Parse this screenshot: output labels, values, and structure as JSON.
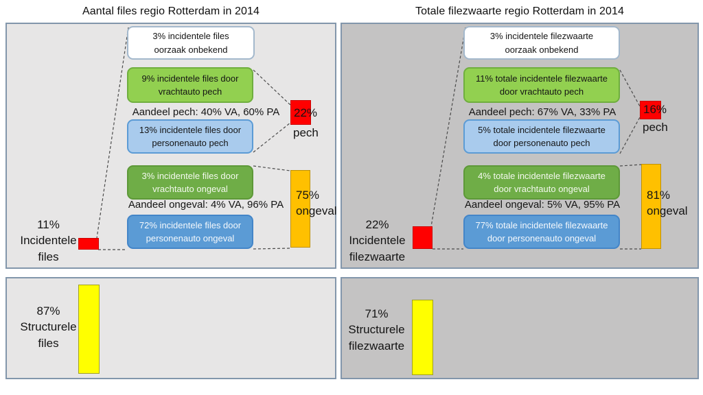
{
  "panels": [
    {
      "title": "Aantal files regio Rotterdam in 2014",
      "unknown_box": "3% incidentele files\noorzaak onbekend",
      "pech_truck_box": "9% incidentele files door\nvrachtauto pech",
      "pech_share": "Aandeel pech: 40% VA, 60% PA",
      "pech_car_box": "13% incidentele files door\npersonenauto pech",
      "pech_total_pct": "22%",
      "pech_total_label": "pech",
      "ongeval_truck_box": "3% incidentele files door\nvrachtauto ongeval",
      "ongeval_share": "Aandeel ongeval: 4% VA, 96% PA",
      "ongeval_car_box": "72% incidentele files door\npersonenauto ongeval",
      "ongeval_total_label": "75%\nongeval",
      "incidental_label": "11%\nIncidentele\nfiles",
      "structural_label": "87%\nStructurele\nfiles"
    },
    {
      "title": "Totale filezwaarte regio Rotterdam in 2014",
      "unknown_box": "3% incidentele filezwaarte\noorzaak onbekend",
      "pech_truck_box": "11% totale incidentele filezwaarte\ndoor vrachtauto pech",
      "pech_share": "Aandeel pech: 67% VA, 33% PA",
      "pech_car_box": "5% totale incidentele filezwaarte\ndoor personenauto pech",
      "pech_total_pct": "16%",
      "pech_total_label": "pech",
      "ongeval_truck_box": "4% totale incidentele filezwaarte\ndoor vrachtauto ongeval",
      "ongeval_share": "Aandeel ongeval: 5% VA, 95% PA",
      "ongeval_car_box": "77% totale incidentele filezwaarte\ndoor personenauto ongeval",
      "ongeval_total_label": "81%\nongeval",
      "incidental_label": "22%\nIncidentele\nfilezwaarte",
      "structural_label": "71%\nStructurele\nfilezwaarte"
    }
  ],
  "colors": {
    "panel_light": "#e7e6e6",
    "panel_dark": "#c4c3c3",
    "panel_border": "#8296ab",
    "green_bright": "#92d050",
    "green_dark": "#6fad47",
    "blue_light": "#a9cbed",
    "blue_medium": "#5b9bd5",
    "red": "#ff0000",
    "orange": "#ffc000",
    "yellow": "#ffff00"
  },
  "chart_data": {
    "type": "bar",
    "note": "breakdown diagram; bar sizes proportional to percentages",
    "panels": [
      {
        "title": "Aantal files regio Rotterdam in 2014",
        "incidentele_files_pct": 11,
        "structurele_files_pct": 87,
        "oorzaak_onbekend_pct": 3,
        "pech_vrachtauto_pct": 9,
        "pech_personenauto_pct": 13,
        "pech_totaal_pct": 22,
        "aandeel_pech": {
          "VA": 40,
          "PA": 60
        },
        "ongeval_vrachtauto_pct": 3,
        "ongeval_personenauto_pct": 72,
        "ongeval_totaal_pct": 75,
        "aandeel_ongeval": {
          "VA": 4,
          "PA": 96
        }
      },
      {
        "title": "Totale filezwaarte regio Rotterdam in 2014",
        "incidentele_filezwaarte_pct": 22,
        "structurele_filezwaarte_pct": 71,
        "oorzaak_onbekend_pct": 3,
        "pech_vrachtauto_pct": 11,
        "pech_personenauto_pct": 5,
        "pech_totaal_pct": 16,
        "aandeel_pech": {
          "VA": 67,
          "PA": 33
        },
        "ongeval_vrachtauto_pct": 4,
        "ongeval_personenauto_pct": 77,
        "ongeval_totaal_pct": 81,
        "aandeel_ongeval": {
          "VA": 5,
          "PA": 95
        }
      }
    ]
  }
}
